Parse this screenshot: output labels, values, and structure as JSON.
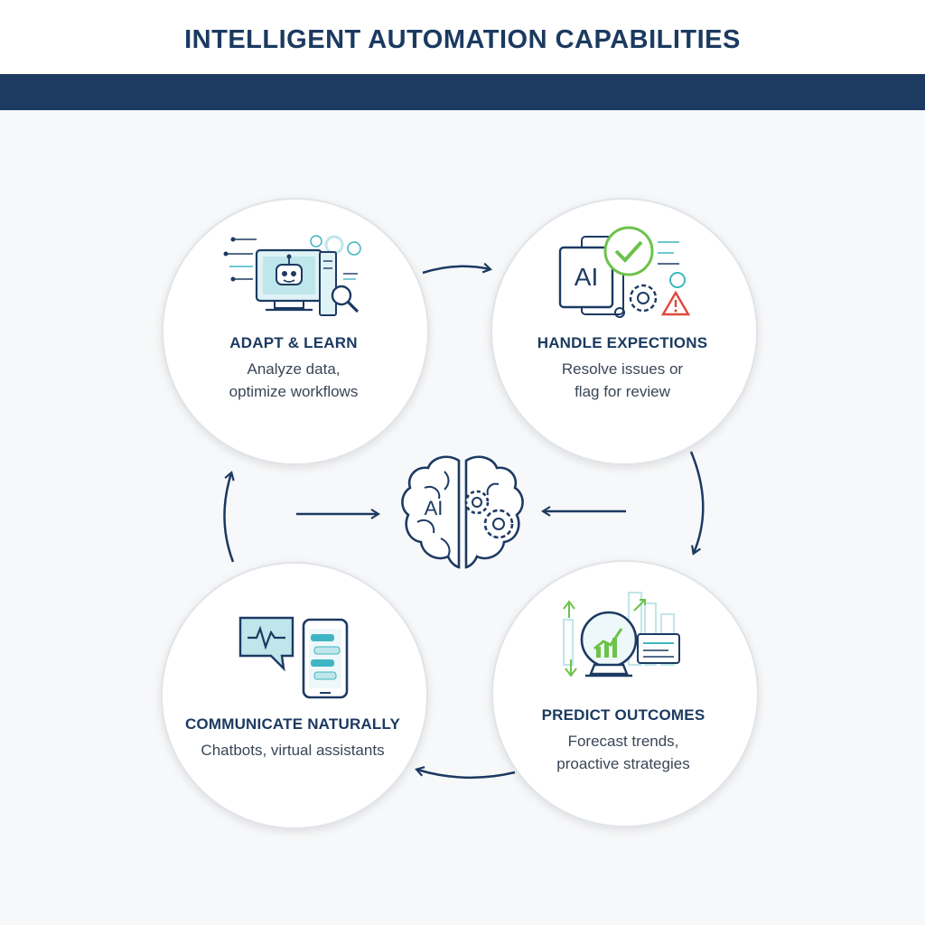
{
  "title": "INTELLIGENT AUTOMATION CAPABILITIES",
  "center": {
    "badge": "AI"
  },
  "capabilities": [
    {
      "heading": "ADAPT & LEARN",
      "desc_line1": "Analyze data,",
      "desc_line2": "optimize workflows"
    },
    {
      "heading": "HANDLE EXPECTIONS",
      "desc_line1": "Resolve issues or",
      "desc_line2": "flag for review",
      "badge": "AI"
    },
    {
      "heading": "PREDICT OUTCOMES",
      "desc_line1": "Forecast trends,",
      "desc_line2": "proactive strategies"
    },
    {
      "heading": "COMMUNICATE NATURALLY",
      "desc_line1": "Chatbots, virtual assistants"
    }
  ],
  "colors": {
    "navy": "#1c3a62",
    "teal": "#3fb5c4",
    "green": "#6cc24a",
    "red": "#e0463c",
    "light_teal": "#bfe6ea"
  },
  "icons": [
    "robot-monitor-icon",
    "ai-checkmark-gears-icon",
    "crystal-ball-chart-icon",
    "chat-phone-icon",
    "brain-ai-gears-icon"
  ]
}
